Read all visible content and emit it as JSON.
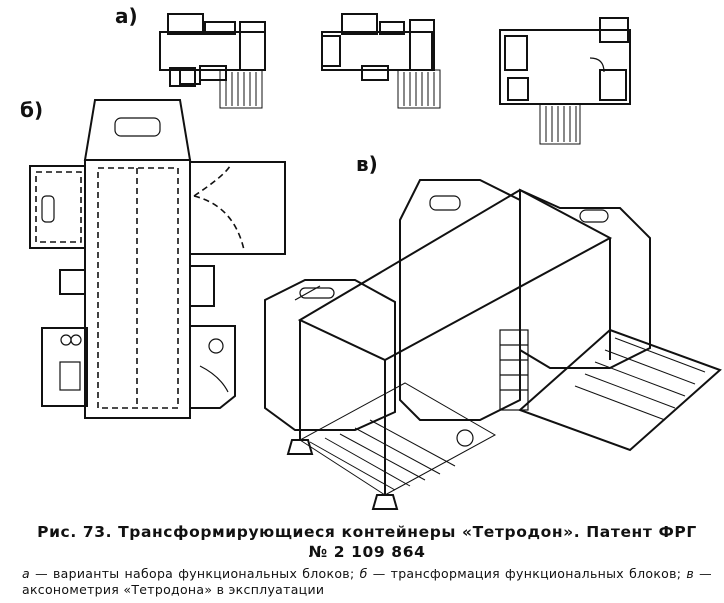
{
  "labels": {
    "a": "а)",
    "b": "б)",
    "v": "в)"
  },
  "caption": {
    "title_line1": "Рис.  73.  Трансформирующиеся  контейнеры  «Тетродон».  Патент  ФРГ",
    "title_line2": "№ 2 109 864",
    "desc_a_letter": "а",
    "desc_a": " — варианты  набора  функциональных  блоков; ",
    "desc_b_letter": "б",
    "desc_b": " — трансформация  функциональных  блоков; ",
    "desc_v_letter": "в",
    "desc_v": " — аксонометрия  «Тетродона»  в эксплуатации"
  }
}
